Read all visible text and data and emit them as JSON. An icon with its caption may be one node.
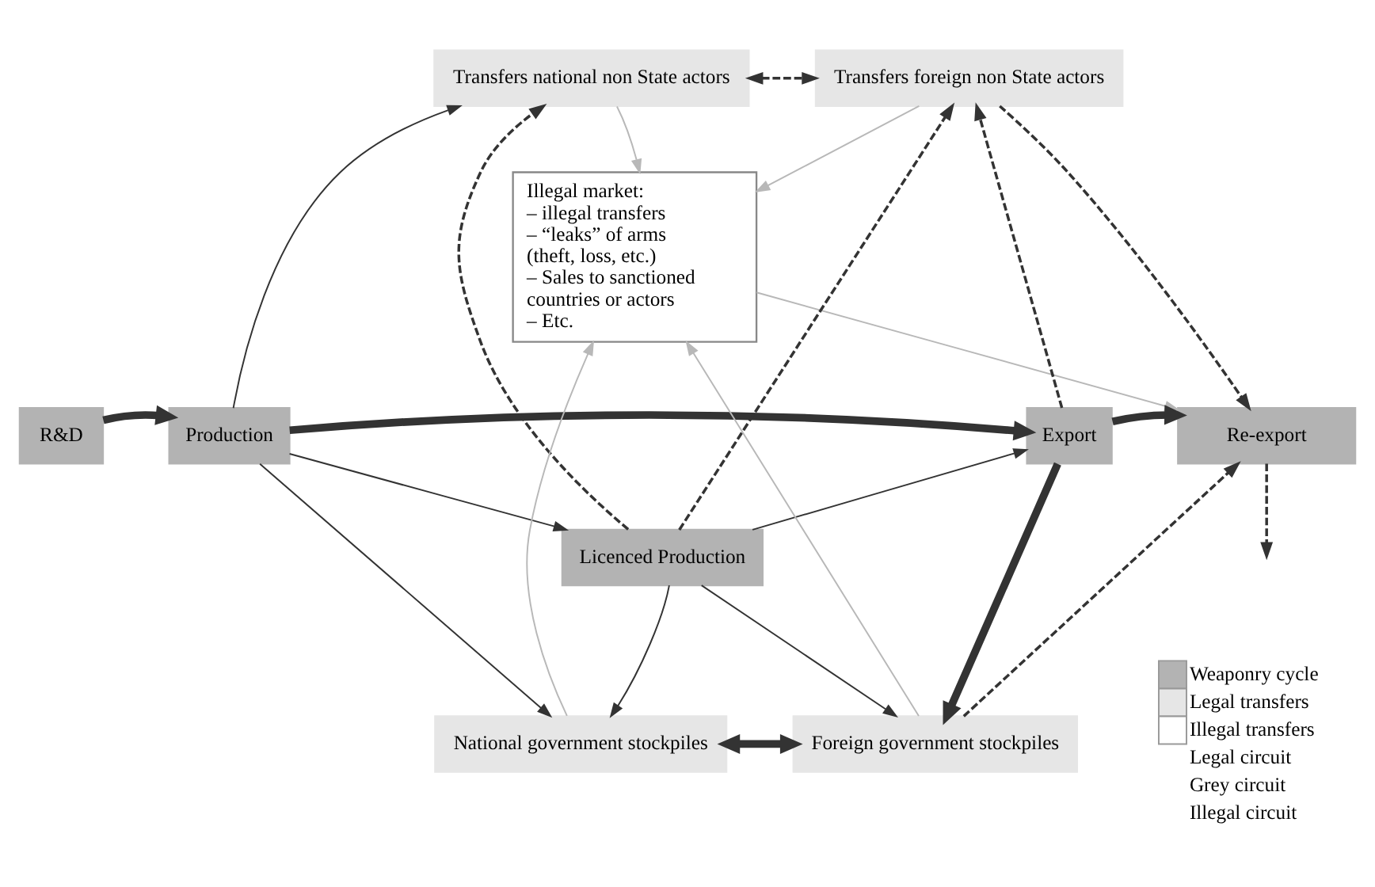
{
  "diagram": {
    "nodes": [
      {
        "text": [
          "Transfers national non State actors"
        ]
      },
      {
        "text": [
          "Transfers foreign non State actors"
        ]
      },
      {
        "text": [
          "Illegal market: – illegal transfers – “leaks” of arms (theft, loss, etc.) – Sales to sanctioned countries or actors – Etc."
        ]
      },
      {
        "text": [
          "R&D"
        ]
      },
      {
        "text": [
          "Production"
        ]
      },
      {
        "text": [
          "Export"
        ]
      },
      {
        "text": [
          "Re-export"
        ]
      },
      {
        "text": [
          "Licenced Production"
        ]
      },
      {
        "text": [
          "National government stockpiles"
        ]
      },
      {
        "text": [
          "Foreign government stockpiles"
        ]
      }
    ],
    "edges": [
      {
        "from": 3,
        "to": 4,
        "arrow": "to",
        "style": "thick"
      },
      {
        "from": 4,
        "to": 5,
        "arrow": "to",
        "style": "thick"
      },
      {
        "from": 5,
        "to": 6,
        "arrow": "to",
        "style": "thick"
      },
      {
        "from": 6,
        "to": null,
        "arrow": "to",
        "style": "dashed"
      },
      {
        "from": 4,
        "to": 0,
        "arrow": "to"
      },
      {
        "from": 0,
        "to": 1,
        "arrow": "both",
        "style": "dashed"
      },
      {
        "from": 0,
        "to": 2,
        "arrow": "to",
        "color": "#b8b8b8"
      },
      {
        "from": 1,
        "to": 2,
        "arrow": "to",
        "color": "#b8b8b8"
      },
      {
        "from": 2,
        "to": 6,
        "arrow": "to",
        "color": "#b8b8b8"
      },
      {
        "from": 5,
        "to": 1,
        "arrow": "to",
        "style": "dashed"
      },
      {
        "from": 1,
        "to": 6,
        "arrow": "to",
        "style": "dashed"
      },
      {
        "from": 7,
        "to": 0,
        "arrow": "to",
        "style": "dashed"
      },
      {
        "from": 7,
        "to": 1,
        "arrow": "to",
        "style": "dashed"
      },
      {
        "from": 4,
        "to": 7,
        "arrow": "to"
      },
      {
        "from": 7,
        "to": 5,
        "arrow": "to"
      },
      {
        "from": 4,
        "to": 8,
        "arrow": "to"
      },
      {
        "from": 5,
        "to": 9,
        "arrow": "to",
        "style": "thick"
      },
      {
        "from": 7,
        "to": 8,
        "arrow": "to"
      },
      {
        "from": 7,
        "to": 9,
        "arrow": "to"
      },
      {
        "from": 8,
        "to": 9,
        "arrow": "both",
        "style": "thick"
      },
      {
        "from": 8,
        "to": 2,
        "arrow": "to",
        "color": "#b8b8b8"
      },
      {
        "from": 9,
        "to": 2,
        "arrow": "to",
        "color": "#b8b8b8"
      },
      {
        "from": 9,
        "to": 6,
        "arrow": "to",
        "style": "dashed"
      }
    ],
    "legend": [
      {
        "text": "Weaponry cycle",
        "color": "#b3b3b3"
      },
      {
        "text": "Legal transfers",
        "color": "#e6e6e6"
      },
      {
        "text": "Illegal transfers",
        "color": "#ffffff"
      },
      {
        "text": "Legal circuit"
      },
      {
        "text": "Grey circuit"
      },
      {
        "text": "Illegal circuit"
      }
    ]
  }
}
